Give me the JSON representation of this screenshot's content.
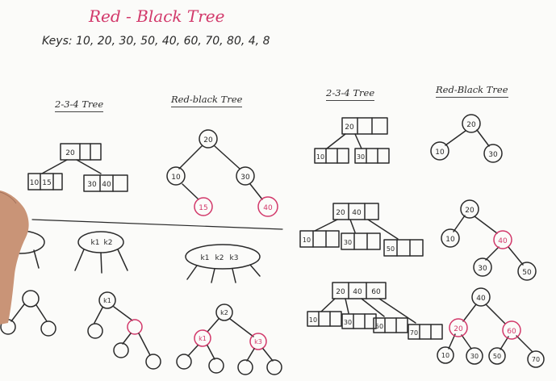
{
  "title": "Red - Black Tree",
  "keys_line": "Keys:  10, 20, 30, 50, 40, 60, 70, 80, 4, 8",
  "headings": {
    "left_234": "2-3-4 Tree",
    "left_rb": "Red-black Tree",
    "right_234": "2-3-4 Tree",
    "right_rb": "Red-Black Tree"
  },
  "colors": {
    "ink": "#2a2a2a",
    "red": "#d2386a",
    "board": "#fbfbf9"
  },
  "node_labels": {
    "n20": "20",
    "n10": "10",
    "n15": "15",
    "n30": "30",
    "n40": "40",
    "n50": "50",
    "n60": "60",
    "n70": "70",
    "k1": "k1",
    "k2": "k2",
    "k3": "k3"
  }
}
